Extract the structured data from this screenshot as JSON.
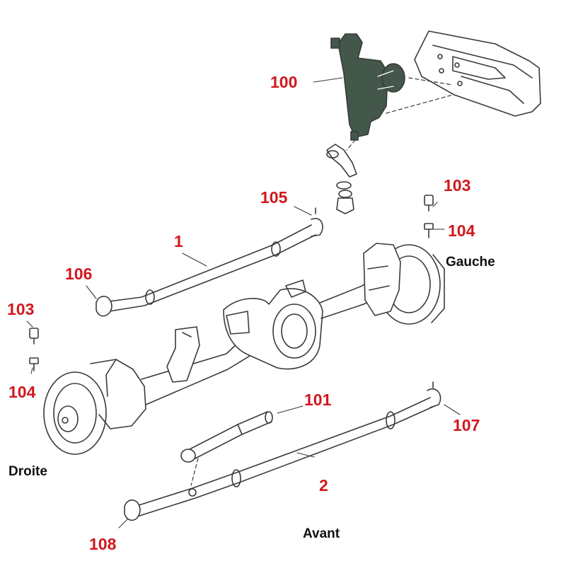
{
  "colors": {
    "callout_text": "#d0181e",
    "region_text": "#111111",
    "line_art": "#3a3a3a",
    "steering_box_fill": "#43574a"
  },
  "callouts": {
    "c100": "100",
    "c105": "105",
    "c1": "1",
    "c106": "106",
    "c103_left": "103",
    "c104_left": "104",
    "c103_right": "103",
    "c104_right": "104",
    "c101": "101",
    "c107": "107",
    "c2": "2",
    "c108": "108"
  },
  "regions": {
    "gauche": "Gauche",
    "droite": "Droite",
    "avant": "Avant"
  }
}
